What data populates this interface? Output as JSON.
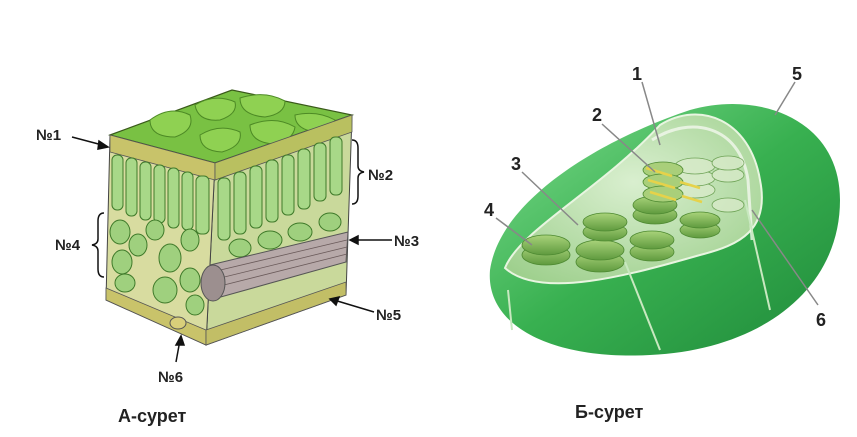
{
  "figure_a": {
    "caption": "А-сурет",
    "labels": {
      "n1": "№1",
      "n2": "№2",
      "n3": "№3",
      "n4": "№4",
      "n5": "№5",
      "n6": "№6"
    }
  },
  "figure_b": {
    "caption": "Б-сурет",
    "labels": {
      "l1": "1",
      "l2": "2",
      "l3": "3",
      "l4": "4",
      "l5": "5",
      "l6": "6"
    }
  },
  "colors": {
    "leaf_green": "#7cc142",
    "cell_green": "#a9d88a",
    "epidermis": "#c9c36a",
    "chloroplast_outer": "#3fae5a",
    "thylakoid": "#8fbf6a"
  }
}
